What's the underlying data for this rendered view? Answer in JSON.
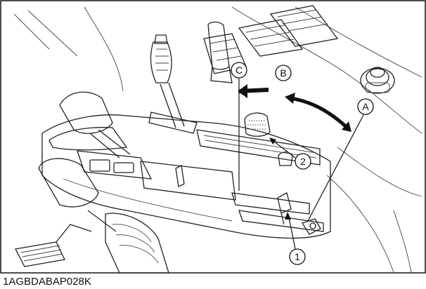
{
  "figure_code": "1AGBDABAP028K",
  "callouts": {
    "lever_1": "1",
    "knob_2": "2",
    "position_a": "A",
    "position_b": "B",
    "position_c": "C"
  }
}
